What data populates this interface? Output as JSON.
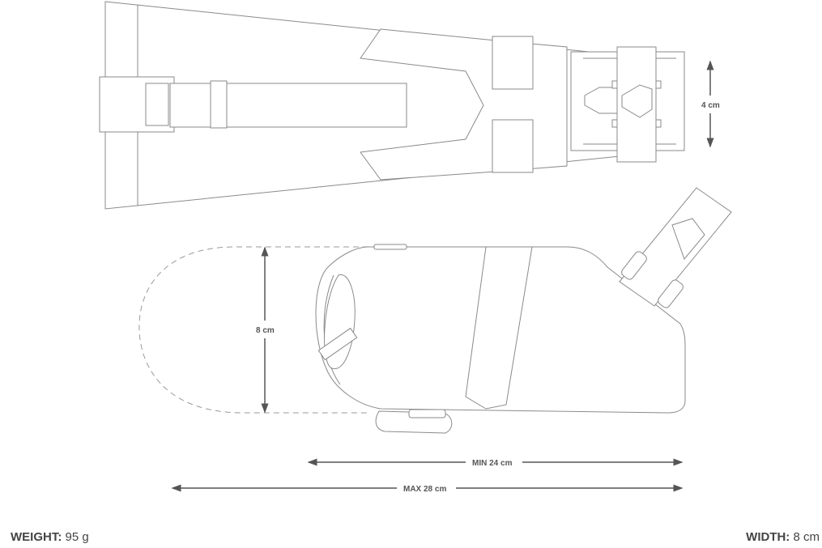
{
  "dimensions": {
    "height_top_view": "4 cm",
    "height_side_view": "8 cm",
    "min_length": "MIN 24 cm",
    "max_length": "MAX 28 cm"
  },
  "specs": {
    "weight_label": "WEIGHT:",
    "weight_value": "95 g",
    "width_label": "WIDTH:",
    "width_value": "8 cm"
  },
  "colors": {
    "line": "#8a8a8a",
    "dimension": "#555555"
  }
}
